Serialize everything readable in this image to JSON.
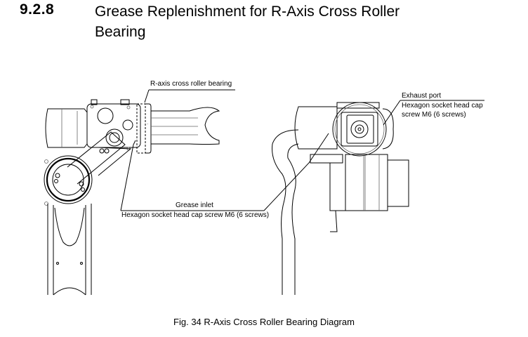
{
  "section": {
    "number": "9.2.8",
    "title_line1": "Grease Replenishment for R-Axis Cross Roller",
    "title_line2": "Bearing"
  },
  "figure": {
    "callouts": {
      "bearing": "R-axis cross roller bearing",
      "grease_inlet": "Grease inlet",
      "inlet_screws": "Hexagon socket head cap screw M6 (6 screws)",
      "exhaust_port": "Exhaust port",
      "exhaust_screws_line1": "Hexagon socket head cap",
      "exhaust_screws_line2": "screw M6 (6 screws)"
    },
    "caption": "Fig. 34  R-Axis Cross Roller Bearing Diagram"
  }
}
